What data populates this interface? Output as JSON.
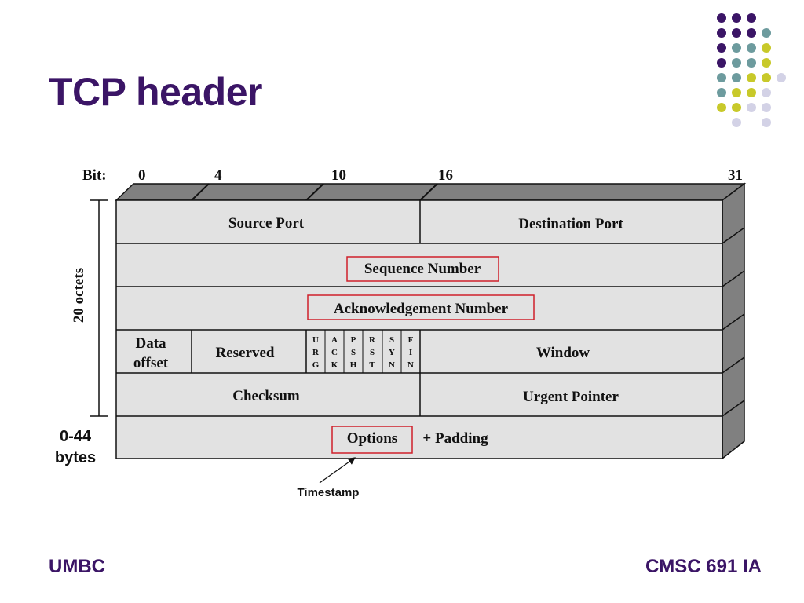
{
  "slide": {
    "title": "TCP header",
    "footer_left": "UMBC",
    "footer_right": "CMSC 691 IA",
    "colors": {
      "title": "#3b1566",
      "dots": [
        "#3b1566",
        "#6d9b9e",
        "#c8c92a",
        "#d3d2e6"
      ]
    }
  },
  "diagram": {
    "bit_label": "Bit:",
    "bit_marks": [
      "0",
      "4",
      "10",
      "16",
      "31"
    ],
    "side_label": "20 octets",
    "options_size": {
      "line1": "0-44",
      "line2": "bytes"
    },
    "fields": {
      "source_port": "Source Port",
      "destination_port": "Destination Port",
      "sequence_number": "Sequence Number",
      "ack_number": "Acknowledgement Number",
      "data_offset": [
        "Data",
        "offset"
      ],
      "reserved": "Reserved",
      "flags": [
        [
          "U",
          "R",
          "G"
        ],
        [
          "A",
          "C",
          "K"
        ],
        [
          "P",
          "S",
          "H"
        ],
        [
          "R",
          "S",
          "T"
        ],
        [
          "S",
          "Y",
          "N"
        ],
        [
          "F",
          "I",
          "N"
        ]
      ],
      "window": "Window",
      "checksum": "Checksum",
      "urgent_pointer": "Urgent Pointer",
      "options": "Options",
      "padding": "+ Padding"
    },
    "annotation": "Timestamp"
  }
}
